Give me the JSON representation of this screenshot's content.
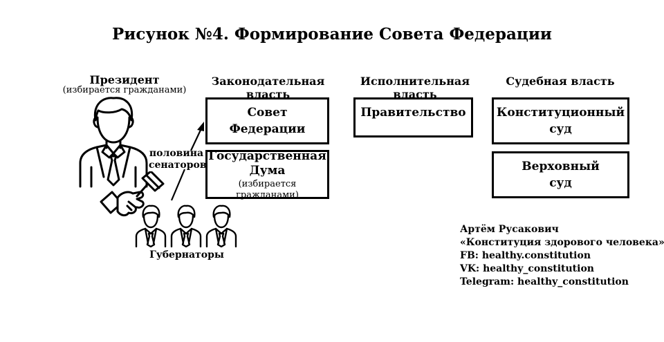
{
  "title": "Рисунок №4. Формирование Совета Федерации",
  "president": {
    "label": "Президент",
    "note": "(избирается гражданами)"
  },
  "branches": {
    "legislative": "Законодательная власть",
    "executive": "Исполнительная власть",
    "judicial": "Судебная власть"
  },
  "boxes": {
    "federation_council": {
      "line1": "Совет",
      "line2": "Федерации"
    },
    "state_duma": {
      "line1": "Государственная",
      "line2": "Дума",
      "note": "(избирается гражданами)"
    },
    "government": {
      "line1": "Правительство"
    },
    "constitutional_court": {
      "line1": "Конституционный",
      "line2": "суд"
    },
    "supreme_court": {
      "line1": "Верховный",
      "line2": "суд"
    }
  },
  "half_senators": {
    "line1": "половина",
    "line2": "сенаторов"
  },
  "governors": "Губернаторы",
  "credits": [
    "Артём Русакович",
    "«Конституция здорового человека»",
    "FB: healthy.constitution",
    "VK: healthy_constitution",
    "Telegram: healthy_constitution"
  ],
  "icons": [
    "president-icon",
    "gavel-hand-icon",
    "governor-icon",
    "arrow-icon"
  ]
}
